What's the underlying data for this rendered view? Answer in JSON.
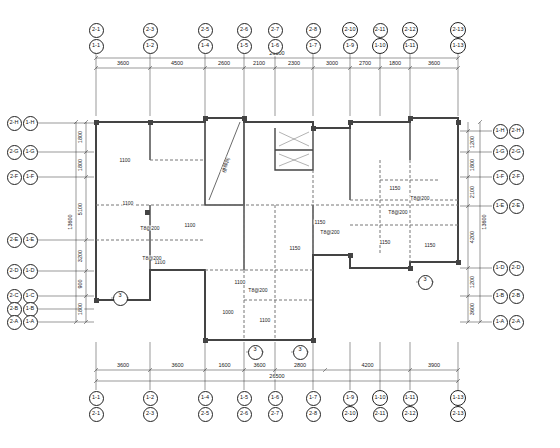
{
  "diagram": {
    "nodes": [
      {
        "text": [
          "2-1"
        ]
      },
      {
        "text": [
          "1-1"
        ]
      },
      {
        "text": [
          "2-3"
        ]
      },
      {
        "text": [
          "1-2"
        ]
      },
      {
        "text": [
          "2-5"
        ]
      },
      {
        "text": [
          "1-4"
        ]
      },
      {
        "text": [
          "2-6"
        ]
      },
      {
        "text": [
          "1-5"
        ]
      },
      {
        "text": [
          "2-7"
        ]
      },
      {
        "text": [
          "1-6"
        ]
      },
      {
        "text": [
          "2-8"
        ]
      },
      {
        "text": [
          "1-7"
        ]
      },
      {
        "text": [
          "2-10"
        ]
      },
      {
        "text": [
          "1-9"
        ]
      },
      {
        "text": [
          "2-11"
        ]
      },
      {
        "text": [
          "1-10"
        ]
      },
      {
        "text": [
          "2-12"
        ]
      },
      {
        "text": [
          "1-11"
        ]
      },
      {
        "text": [
          "2-13"
        ]
      },
      {
        "text": [
          "1-13"
        ]
      },
      {
        "text": [
          "1-1"
        ]
      },
      {
        "text": [
          "2-1"
        ]
      },
      {
        "text": [
          "1-2"
        ]
      },
      {
        "text": [
          "2-3"
        ]
      },
      {
        "text": [
          "1-4"
        ]
      },
      {
        "text": [
          "2-5"
        ]
      },
      {
        "text": [
          "1-5"
        ]
      },
      {
        "text": [
          "2-6"
        ]
      },
      {
        "text": [
          "1-6"
        ]
      },
      {
        "text": [
          "2-7"
        ]
      },
      {
        "text": [
          "1-7"
        ]
      },
      {
        "text": [
          "2-8"
        ]
      },
      {
        "text": [
          "1-9"
        ]
      },
      {
        "text": [
          "2-10"
        ]
      },
      {
        "text": [
          "1-10"
        ]
      },
      {
        "text": [
          "2-11"
        ]
      },
      {
        "text": [
          "1-11"
        ]
      },
      {
        "text": [
          "2-12"
        ]
      },
      {
        "text": [
          "1-13"
        ]
      },
      {
        "text": [
          "2-13"
        ]
      },
      {
        "text": [
          "2-H"
        ]
      },
      {
        "text": [
          "1-H"
        ]
      },
      {
        "text": [
          "2-G"
        ]
      },
      {
        "text": [
          "1-G"
        ]
      },
      {
        "text": [
          "2-F"
        ]
      },
      {
        "text": [
          "1-F"
        ]
      },
      {
        "text": [
          "2-E"
        ]
      },
      {
        "text": [
          "1-E"
        ]
      },
      {
        "text": [
          "2-D"
        ]
      },
      {
        "text": [
          "1-D"
        ]
      },
      {
        "text": [
          "2-C"
        ]
      },
      {
        "text": [
          "1-C"
        ]
      },
      {
        "text": [
          "2-B"
        ]
      },
      {
        "text": [
          "1-B"
        ]
      },
      {
        "text": [
          "2-A"
        ]
      },
      {
        "text": [
          "1-A"
        ]
      },
      {
        "text": [
          "1-H"
        ]
      },
      {
        "text": [
          "2-H"
        ]
      },
      {
        "text": [
          "1-G"
        ]
      },
      {
        "text": [
          "2-G"
        ]
      },
      {
        "text": [
          "1-F"
        ]
      },
      {
        "text": [
          "2-F"
        ]
      },
      {
        "text": [
          "1-E"
        ]
      },
      {
        "text": [
          "2-E"
        ]
      },
      {
        "text": [
          "1-D"
        ]
      },
      {
        "text": [
          "2-D"
        ]
      },
      {
        "text": [
          "1-B"
        ]
      },
      {
        "text": [
          "2-B"
        ]
      },
      {
        "text": [
          "1-A"
        ]
      },
      {
        "text": [
          "2-A"
        ]
      },
      {
        "text": [
          "3"
        ]
      },
      {
        "text": [
          "3"
        ]
      },
      {
        "text": [
          "3"
        ]
      },
      {
        "text": [
          "3"
        ]
      }
    ],
    "labels": [
      "3600",
      "4500",
      "2600",
      "2100",
      "2300",
      "3000",
      "2700",
      "1800",
      "3600",
      "26500",
      "3600",
      "3600",
      "1600",
      "3600",
      "2800",
      "4200",
      "3900",
      "26500",
      "1800",
      "1800",
      "5100",
      "3200",
      "900",
      "1800",
      "13600",
      "1200",
      "1800",
      "2100",
      "4200",
      "1200",
      "3600",
      "13600",
      "1100",
      "1100",
      "1100",
      "T8@200",
      "T8@200",
      "1100",
      "T8@200",
      "1100",
      "1000",
      "1150",
      "T8@200",
      "1150",
      "1150",
      "T8@200",
      "1150",
      "1150",
      "T8@200",
      "1100",
      "楼梯间"
    ]
  }
}
